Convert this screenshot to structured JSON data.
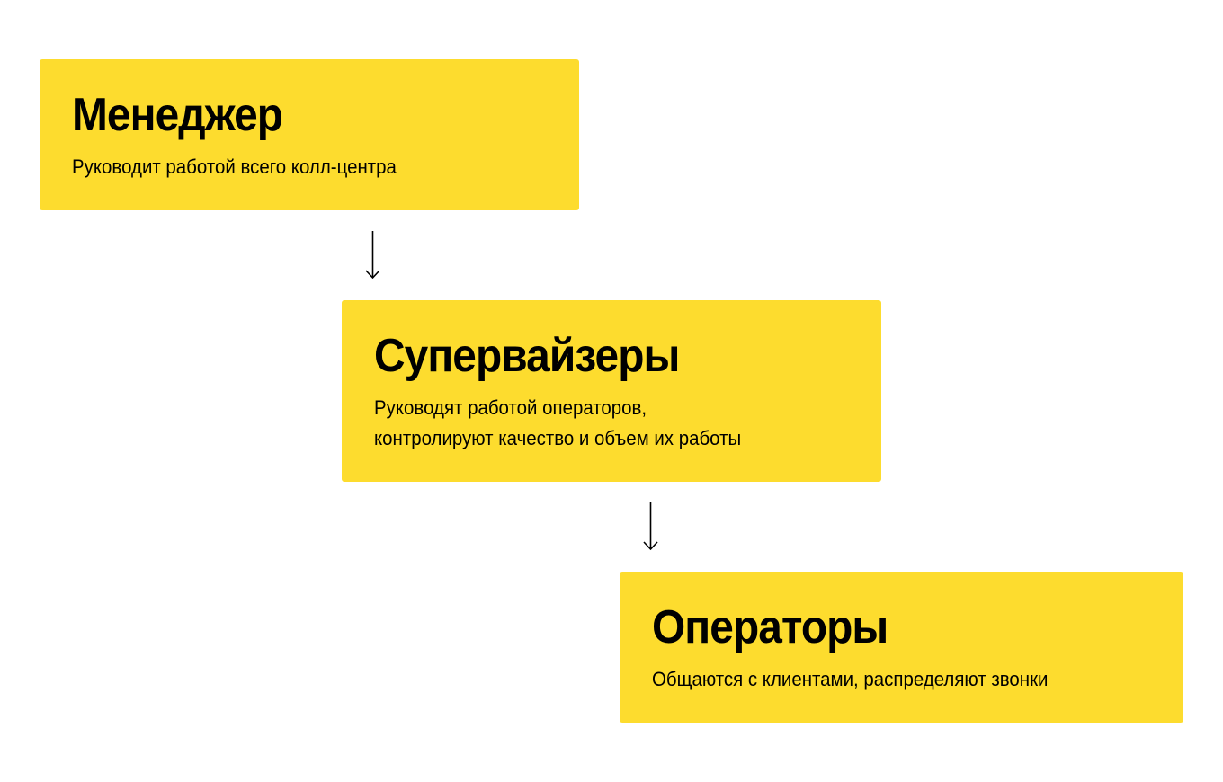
{
  "diagram": {
    "type": "hierarchy",
    "colors": {
      "box_fill": "#FDDC2E",
      "text": "#000000",
      "background": "#FFFFFF"
    },
    "nodes": [
      {
        "title": "Менеджер",
        "description": "Руководит работой всего колл-центра"
      },
      {
        "title": "Супервайзеры",
        "description": "Руководят работой операторов,\nконтролируют качество и объем их работы"
      },
      {
        "title": "Операторы",
        "description": "Общаются с клиентами, распределяют звонки"
      }
    ],
    "edges": [
      {
        "from": 0,
        "to": 1,
        "icon": "arrow-down-icon"
      },
      {
        "from": 1,
        "to": 2,
        "icon": "arrow-down-icon"
      }
    ]
  }
}
